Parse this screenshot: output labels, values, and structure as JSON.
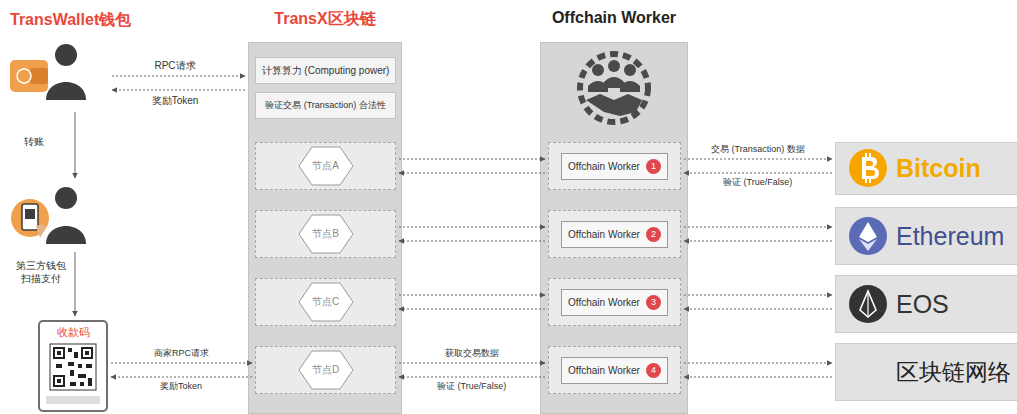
{
  "diagram": {
    "nodes": [
      {
        "text": [
          "TransX区块链"
        ]
      },
      {
        "text": [
          "计算算力 (Computing power)"
        ],
        "in": 0
      },
      {
        "text": [
          "验证交易 (Transaction) 合法性"
        ],
        "in": 0
      },
      {
        "text": [
          "节点A"
        ],
        "in": 0
      },
      {
        "text": [
          "节点B"
        ],
        "in": 0
      },
      {
        "text": [
          "节点C"
        ],
        "in": 0
      },
      {
        "text": [
          "节点D"
        ],
        "in": 0
      },
      {
        "text": [
          "Offchain Worker"
        ]
      },
      {
        "text": [
          "Offchain Worker",
          "1"
        ],
        "in": 7
      },
      {
        "text": [
          "Offchain Worker",
          "2"
        ],
        "in": 7
      },
      {
        "text": [
          "Offchain Worker",
          "3"
        ],
        "in": 7
      },
      {
        "text": [
          "Offchain Worker",
          "4"
        ],
        "in": 7
      },
      {
        "text": [
          "Bitcoin"
        ]
      },
      {
        "text": [
          "Ethereum"
        ]
      },
      {
        "text": [
          "EOS"
        ]
      },
      {
        "text": [
          "区块链网络"
        ]
      },
      {
        "text": [
          "收款码"
        ]
      }
    ],
    "edges": [
      {
        "from": 3,
        "to": 8,
        "arrow": "to"
      },
      {
        "from": 8,
        "to": 3,
        "arrow": "to"
      },
      {
        "from": 4,
        "to": 9,
        "arrow": "to"
      },
      {
        "from": 9,
        "to": 4,
        "arrow": "to"
      },
      {
        "from": 5,
        "to": 10,
        "arrow": "to"
      },
      {
        "from": 10,
        "to": 5,
        "arrow": "to"
      },
      {
        "from": 6,
        "to": 11,
        "label": "获取交易数据",
        "arrow": "to"
      },
      {
        "from": 11,
        "to": 6,
        "label": "验证 (True/False)",
        "arrow": "to"
      },
      {
        "from": 8,
        "to": 12,
        "label": "交易 (Transaction) 数据",
        "arrow": "to"
      },
      {
        "from": 12,
        "to": 8,
        "label": "验证 (True/False)",
        "arrow": "to"
      },
      {
        "from": 9,
        "to": 13,
        "arrow": "to"
      },
      {
        "from": 13,
        "to": 9,
        "arrow": "to"
      },
      {
        "from": 10,
        "to": 14,
        "arrow": "to"
      },
      {
        "from": 14,
        "to": 10,
        "arrow": "to"
      },
      {
        "from": 11,
        "to": 15,
        "arrow": "to"
      },
      {
        "from": 15,
        "to": 11,
        "arrow": "to"
      },
      {
        "from": 16,
        "to": 6,
        "label": "商家RPC请求",
        "arrow": "to"
      },
      {
        "from": 6,
        "to": 16,
        "label": "奖励Token",
        "arrow": "to"
      }
    ],
    "labels": [
      "TransWallet钱包",
      "RPC请求",
      "奖励Token",
      "转账",
      "第三方钱包 扫描支付"
    ]
  }
}
